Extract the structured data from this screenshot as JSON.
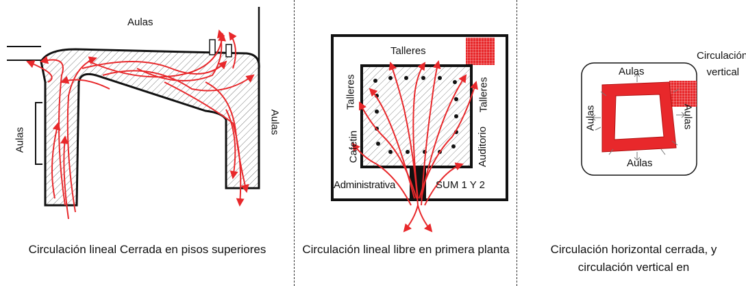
{
  "panels": [
    {
      "labels": {
        "top": "Aulas",
        "left": "Aulas",
        "right": "Aulas"
      },
      "caption": "Circulación lineal Cerrada en pisos superiores"
    },
    {
      "labels": {
        "top": "Talleres",
        "left_outer": "Talleres",
        "left_inner": "Cafetin",
        "right_top": "Talleres",
        "right_bottom": "Auditorio",
        "bottom_left": "Administrativa",
        "bottom_right": "SUM 1 Y 2"
      },
      "caption": "Circulación lineal libre en primera planta"
    },
    {
      "labels": {
        "corner": "Circulación vertical",
        "top": "Aulas",
        "left": "Aulas",
        "right": "Aulas",
        "bottom": "Aulas"
      },
      "caption": "Circulación horizontal cerrada, y circulación vertical en"
    }
  ],
  "colors": {
    "circulation": "#e8282b",
    "ink": "#111111",
    "hatch": "#555555"
  }
}
